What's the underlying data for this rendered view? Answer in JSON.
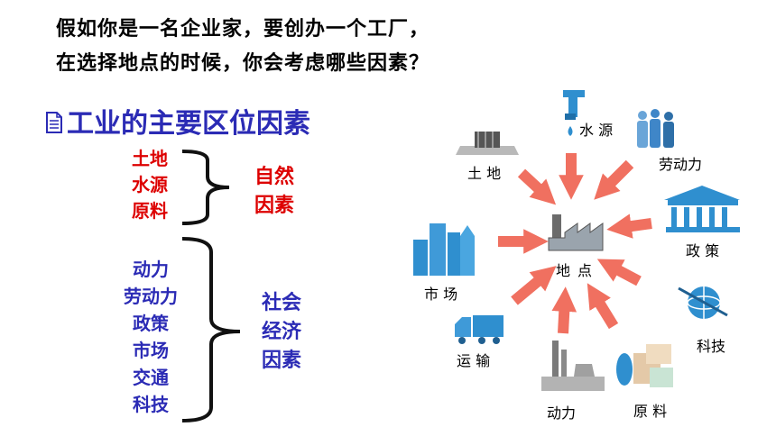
{
  "question": {
    "line1": "假如你是一名企业家，要创办一个工厂，",
    "line2": "在选择地点的时候，你会考虑哪些因素？"
  },
  "heading": "工业的主要区位因素",
  "natural": {
    "items": [
      "土地",
      "水源",
      "原料"
    ],
    "category": [
      "自然",
      "因素"
    ]
  },
  "social": {
    "items": [
      "动力",
      "劳动力",
      "政策",
      "市场",
      "交通",
      "科技"
    ],
    "category": [
      "社会",
      "经济",
      "因素"
    ]
  },
  "diagram": {
    "center": [
      "地",
      "点"
    ],
    "labels": {
      "land": "土 地",
      "water": "水 源",
      "labor": "劳动力",
      "policy": "政 策",
      "market": "市 场",
      "tech": "科技",
      "transport": "运 输",
      "power": "动力",
      "raw": "原 料"
    }
  },
  "colors": {
    "heading": "#2b2bb5",
    "natural": "#dd0000",
    "social": "#2b2bb5",
    "arrow": "#f07060",
    "icon": "#2f8fcf"
  }
}
